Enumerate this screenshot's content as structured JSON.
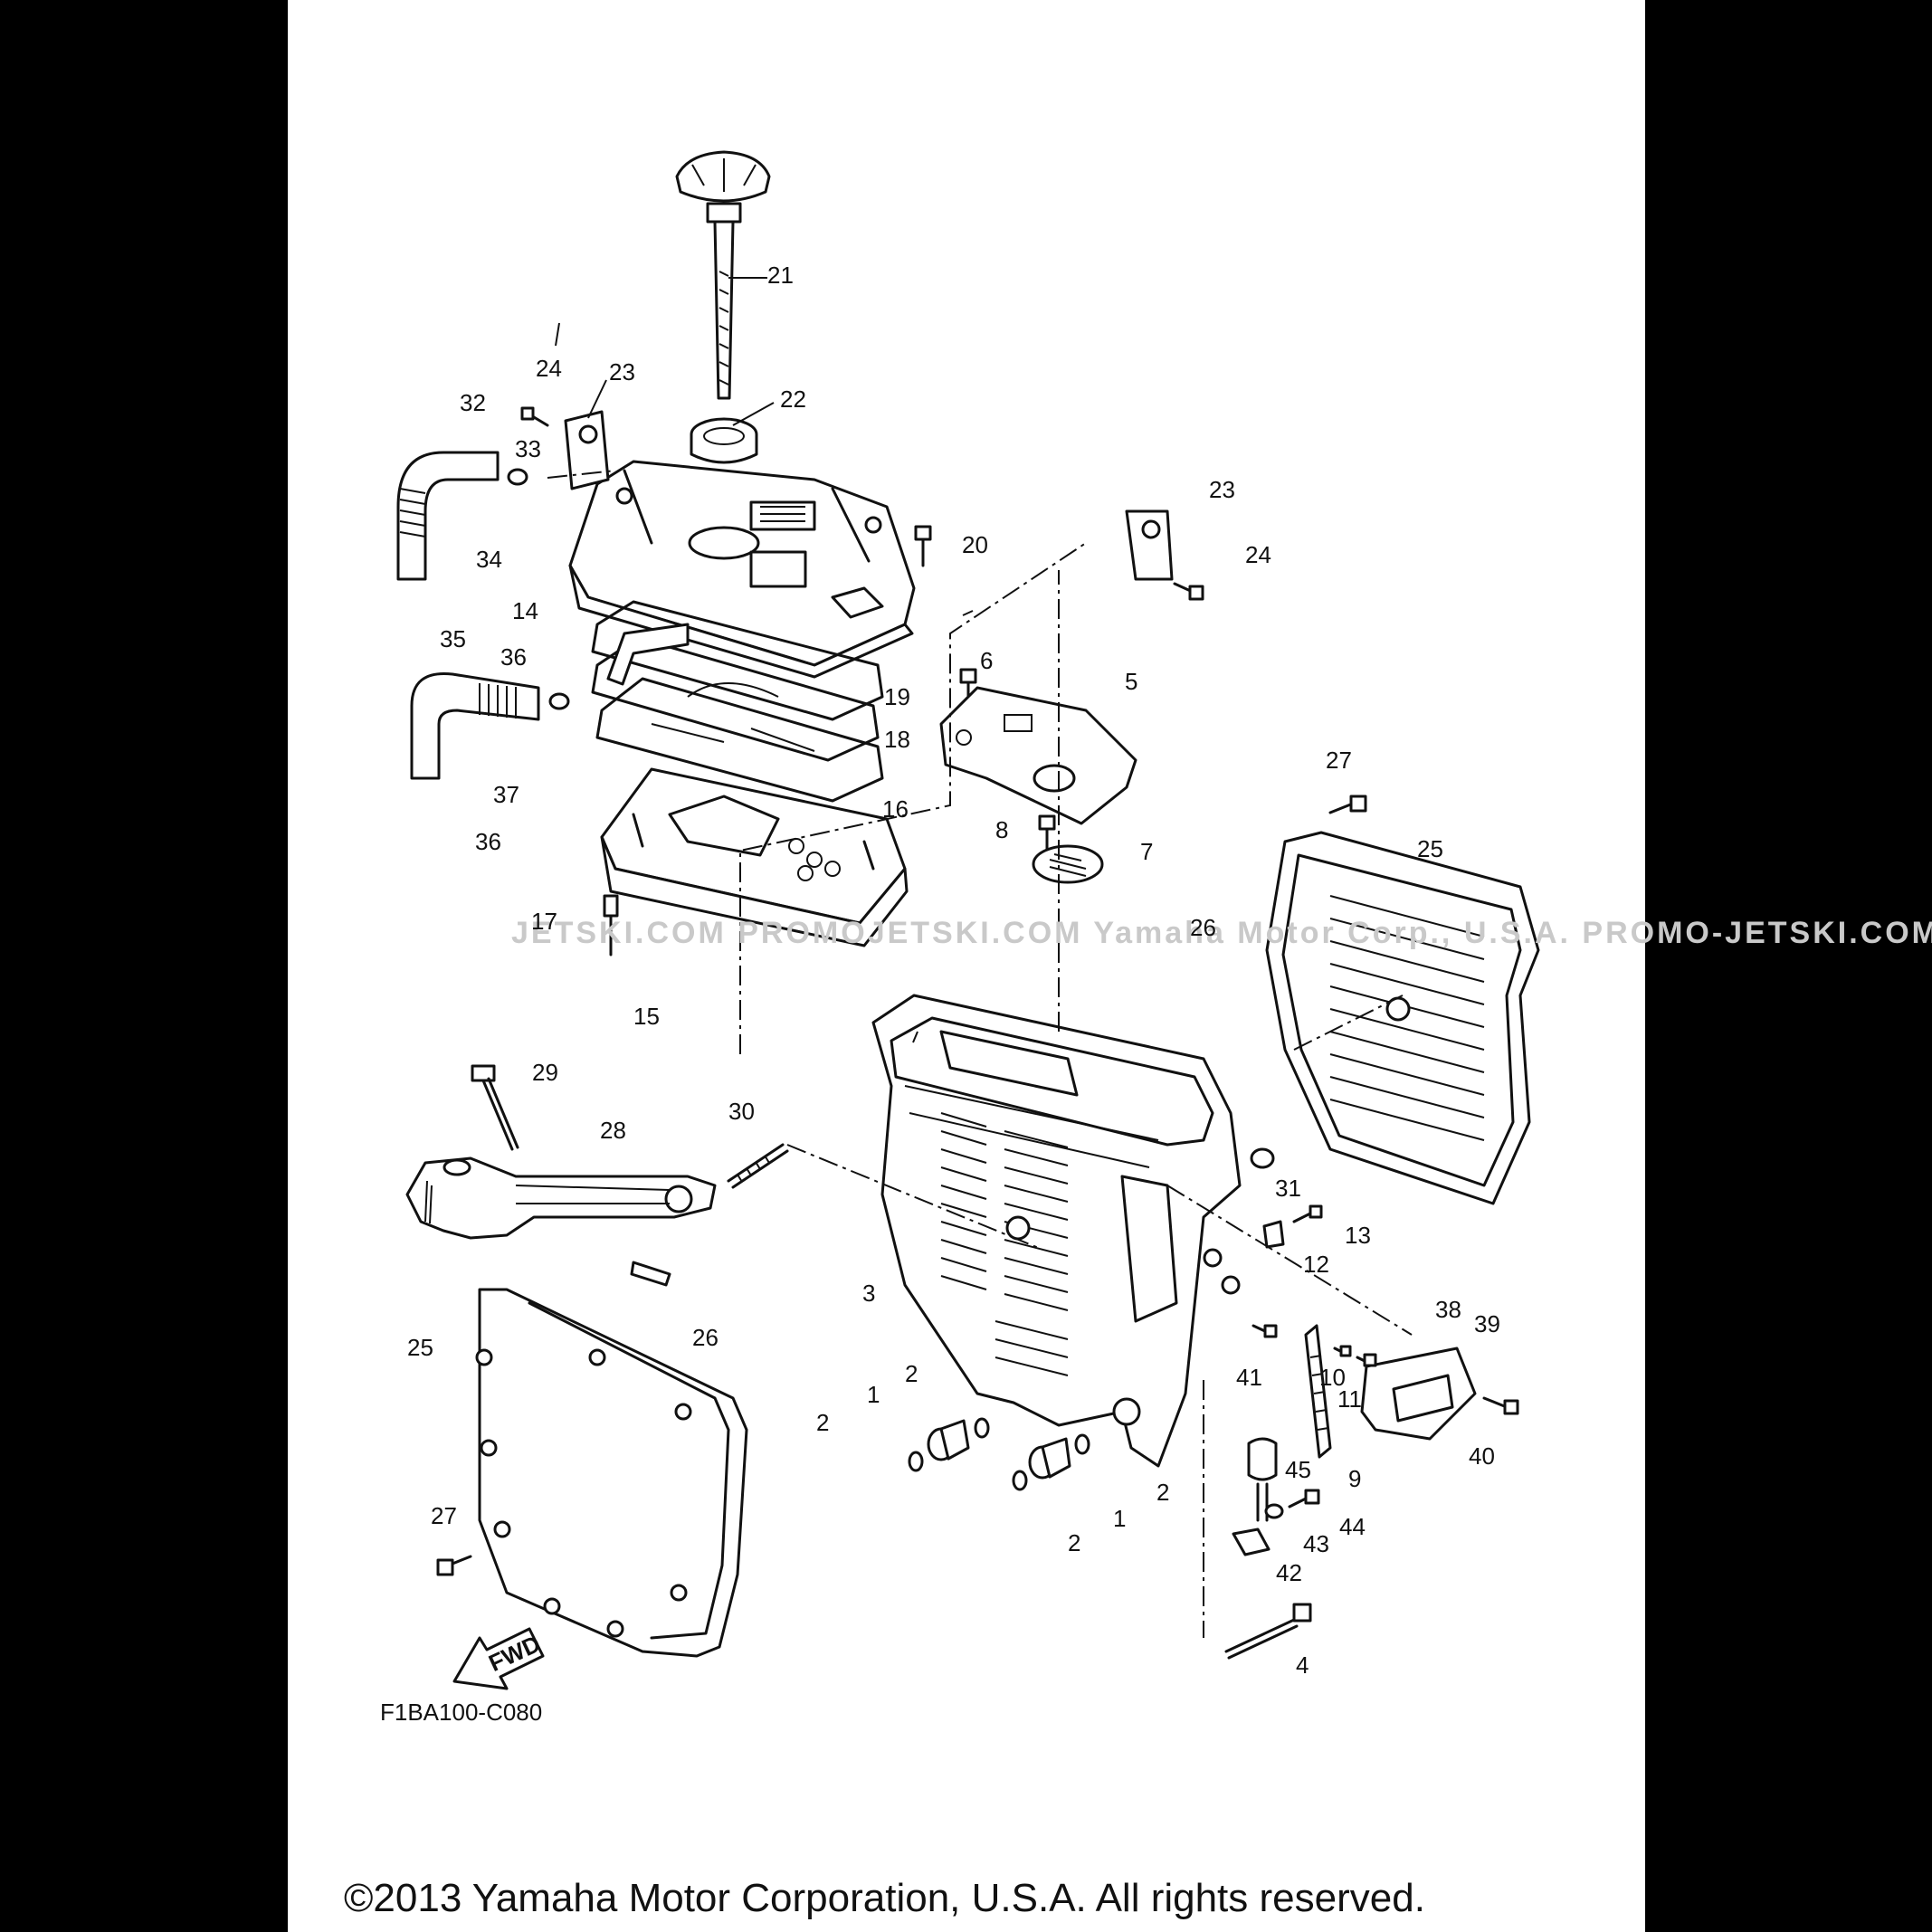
{
  "diagram": {
    "callouts": {
      "c1a": "1",
      "c1b": "1",
      "c2a": "2",
      "c2b": "2",
      "c2c": "2",
      "c2d": "2",
      "c3": "3",
      "c4": "4",
      "c5": "5",
      "c6": "6",
      "c7": "7",
      "c8": "8",
      "c9": "9",
      "c10": "10",
      "c11": "11",
      "c12": "12",
      "c13": "13",
      "c14": "14",
      "c15": "15",
      "c16": "16",
      "c17": "17",
      "c18": "18",
      "c19": "19",
      "c20": "20",
      "c21": "21",
      "c22": "22",
      "c23a": "23",
      "c23b": "23",
      "c24a": "24",
      "c24b": "24",
      "c25a": "25",
      "c25b": "25",
      "c26a": "26",
      "c26b": "26",
      "c27a": "27",
      "c27b": "27",
      "c28": "28",
      "c29": "29",
      "c30": "30",
      "c31": "31",
      "c32": "32",
      "c33": "33",
      "c34": "34",
      "c35": "35",
      "c36a": "36",
      "c36b": "36",
      "c37": "37",
      "c38": "38",
      "c39": "39",
      "c40": "40",
      "c41": "41",
      "c42": "42",
      "c43": "43",
      "c44": "44",
      "c45": "45"
    },
    "fwd_arrow_label": "FWD",
    "figure_code": "F1BA100-C080",
    "watermark": "JETSKI.COM   PROMOJETSKI.COM   Yamaha Motor Corp., U.S.A.   PROMO-JETSKI.COM",
    "copyright": "©2013 Yamaha Motor Corporation, U.S.A. All rights reserved."
  }
}
